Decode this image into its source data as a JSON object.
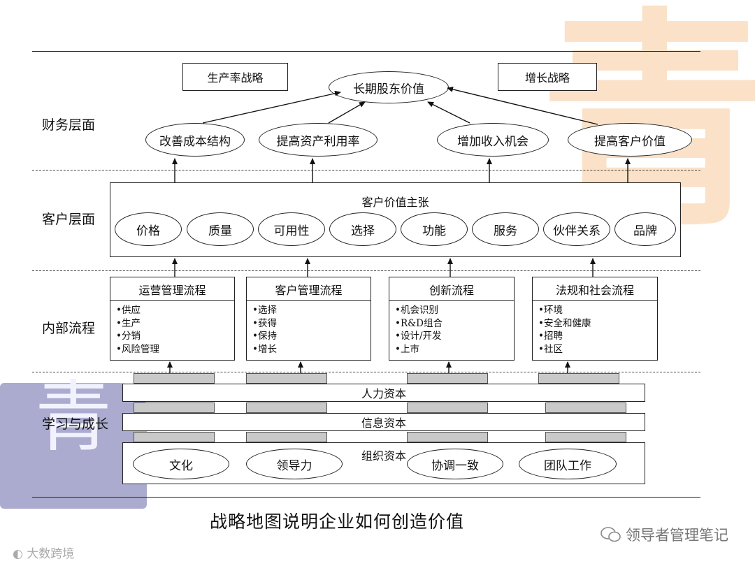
{
  "layers": {
    "financial": "财务层面",
    "customer": "客户层面",
    "internal": "内部流程",
    "learning": "学习与成长"
  },
  "financial": {
    "productivity_strategy": "生产率战略",
    "growth_strategy": "增长战略",
    "shareholder_value": "长期股东价值",
    "improve_cost": "改善成本结构",
    "improve_asset": "提高资产利用率",
    "increase_revenue": "增加收入机会",
    "improve_customer_value": "提高客户价值"
  },
  "customer": {
    "title": "客户价值主张",
    "items": [
      "价格",
      "质量",
      "可用性",
      "选择",
      "功能",
      "服务",
      "伙伴关系",
      "品牌"
    ]
  },
  "internal": {
    "processes": [
      {
        "title": "运营管理流程",
        "items": [
          "供应",
          "生产",
          "分销",
          "风险管理"
        ]
      },
      {
        "title": "客户管理流程",
        "items": [
          "选择",
          "获得",
          "保持",
          "增长"
        ]
      },
      {
        "title": "创新流程",
        "items": [
          "机会识别",
          "R&D组合",
          "设计/开发",
          "上市"
        ]
      },
      {
        "title": "法规和社会流程",
        "items": [
          "环境",
          "安全和健康",
          "招聘",
          "社区"
        ]
      }
    ]
  },
  "learning": {
    "human_capital": "人力资本",
    "information_capital": "信息资本",
    "organization_capital": "组织资本",
    "org_items": [
      "文化",
      "领导力",
      "协调一致",
      "团队工作"
    ]
  },
  "caption": "战略地图说明企业如何创造价值",
  "footer_left": "大数跨境",
  "footer_right": "领导者管理笔记",
  "watermark_text": "青",
  "colors": {
    "watermark_orange": "#f6c99a",
    "watermark_purple": "#8f8fc0",
    "grey_block": "#c9c9c9"
  }
}
